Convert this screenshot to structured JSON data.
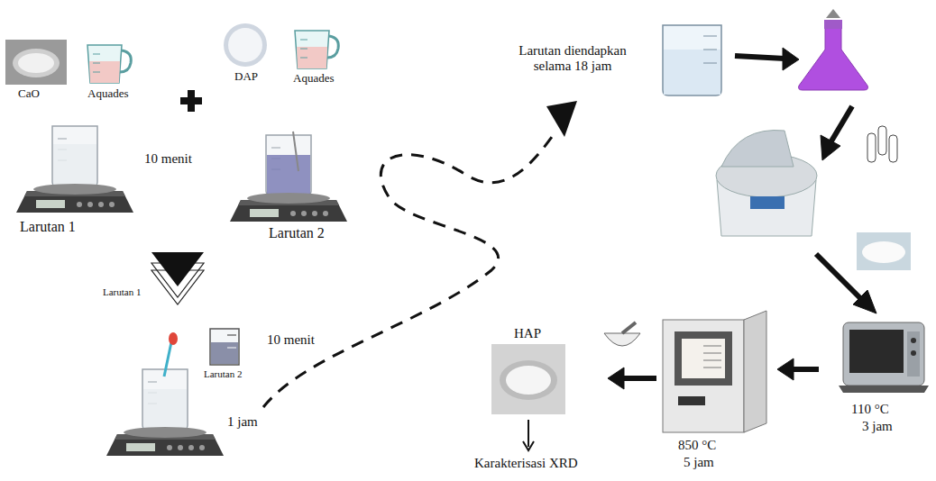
{
  "diagram": {
    "labels": [
      "CaO",
      "Aquades",
      "DAP",
      "Aquades",
      "Larutan 1",
      "10 menit",
      "Larutan 2",
      "Larutan 1",
      "Larutan 2",
      "10 menit",
      "1 jam",
      "Larutan diendapkan selama 18 jam",
      "110 °C",
      "3 jam",
      "HAP",
      "850 °C",
      "5 jam",
      "Karakterisasi XRD"
    ]
  }
}
